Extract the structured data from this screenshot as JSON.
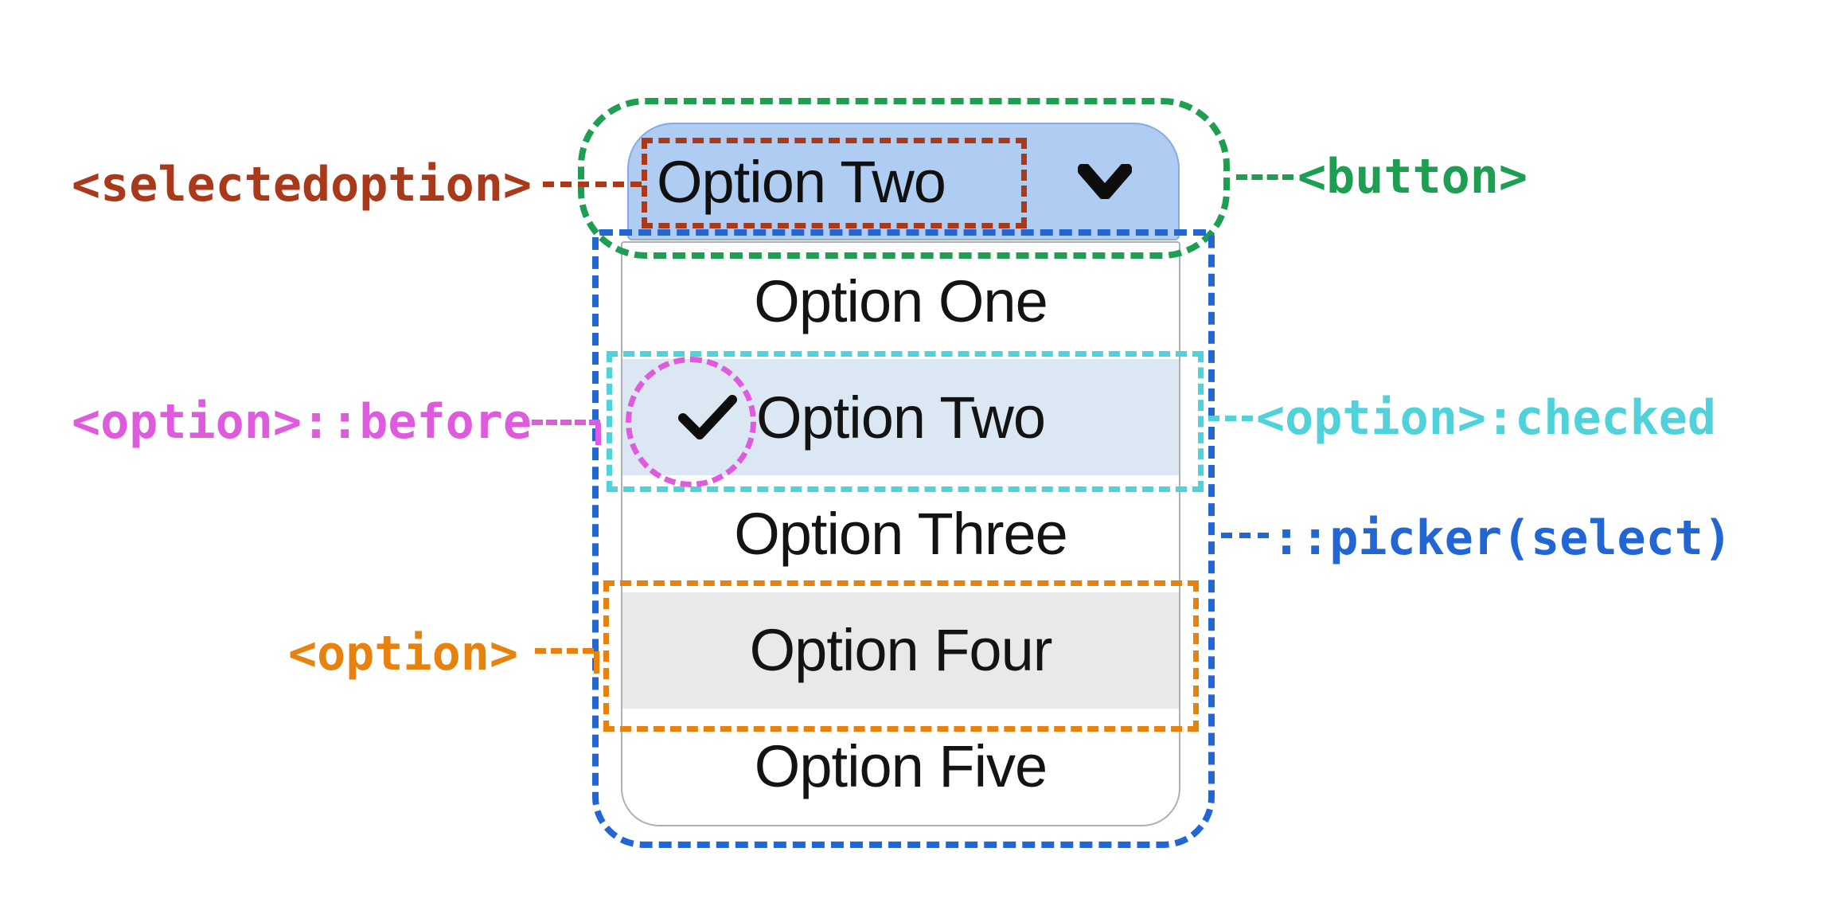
{
  "select": {
    "button": {
      "label": "Option Two"
    },
    "options": [
      {
        "label": "Option One",
        "state": "default"
      },
      {
        "label": "Option Two",
        "state": "checked"
      },
      {
        "label": "Option Three",
        "state": "default"
      },
      {
        "label": "Option Four",
        "state": "highlighted"
      },
      {
        "label": "Option Five",
        "state": "default"
      }
    ]
  },
  "annotations": {
    "selectedoption": {
      "label": "<selectedoption>",
      "color": "#a8391b"
    },
    "button": {
      "label": "<button>",
      "color": "#1d9e50"
    },
    "option_before": {
      "label": "<option>::before",
      "color": "#df5bdd"
    },
    "option_checked": {
      "label": "<option>:checked",
      "color": "#4fd2da"
    },
    "picker": {
      "label": "::picker(select)",
      "color": "#2266d4"
    },
    "option": {
      "label": "<option>",
      "color": "#e8820e"
    }
  },
  "icons": {
    "chevron": "chevron-down-icon",
    "check": "checkmark-icon"
  },
  "colors": {
    "button_bg": "#afccf3",
    "button_border": "#86abdf",
    "checked_row_bg": "#dbe8f4",
    "highlighted_row_bg": "#e9e9e9",
    "panel_border": "#b0b0b0",
    "text": "#131313",
    "background": "#ffffff"
  }
}
